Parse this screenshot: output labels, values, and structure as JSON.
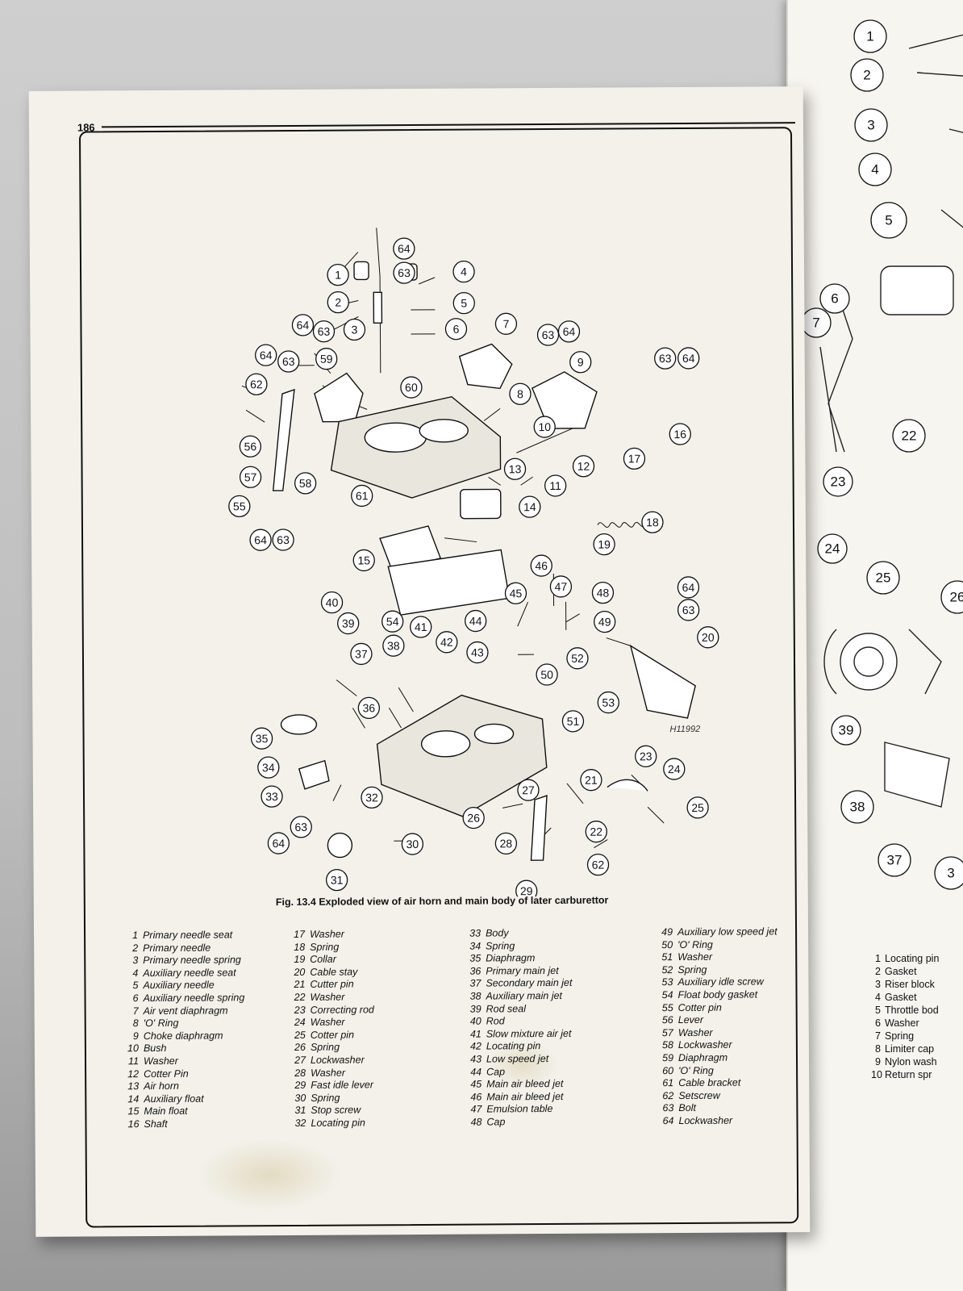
{
  "page": {
    "number": "186"
  },
  "figure": {
    "caption": "Fig. 13.4 Exploded view of air horn and main body of later carburettor",
    "drawing_code": "H11992"
  },
  "callouts": [
    {
      "num": "1"
    },
    {
      "num": "2"
    },
    {
      "num": "3"
    },
    {
      "num": "4"
    },
    {
      "num": "5"
    },
    {
      "num": "6"
    },
    {
      "num": "7"
    },
    {
      "num": "8"
    },
    {
      "num": "9"
    },
    {
      "num": "10"
    },
    {
      "num": "11"
    },
    {
      "num": "12"
    },
    {
      "num": "13"
    },
    {
      "num": "14"
    },
    {
      "num": "15"
    },
    {
      "num": "16"
    },
    {
      "num": "17"
    },
    {
      "num": "18"
    },
    {
      "num": "19"
    },
    {
      "num": "20"
    },
    {
      "num": "21"
    },
    {
      "num": "22"
    },
    {
      "num": "23"
    },
    {
      "num": "24"
    },
    {
      "num": "25"
    },
    {
      "num": "26"
    },
    {
      "num": "27"
    },
    {
      "num": "28"
    },
    {
      "num": "29"
    },
    {
      "num": "30"
    },
    {
      "num": "31"
    },
    {
      "num": "32"
    },
    {
      "num": "33"
    },
    {
      "num": "34"
    },
    {
      "num": "35"
    },
    {
      "num": "36"
    },
    {
      "num": "37"
    },
    {
      "num": "38"
    },
    {
      "num": "39"
    },
    {
      "num": "40"
    },
    {
      "num": "41"
    },
    {
      "num": "42"
    },
    {
      "num": "43"
    },
    {
      "num": "44"
    },
    {
      "num": "45"
    },
    {
      "num": "46"
    },
    {
      "num": "47"
    },
    {
      "num": "48"
    },
    {
      "num": "49"
    },
    {
      "num": "50"
    },
    {
      "num": "51"
    },
    {
      "num": "52"
    },
    {
      "num": "53"
    },
    {
      "num": "54"
    },
    {
      "num": "55"
    },
    {
      "num": "56"
    },
    {
      "num": "57"
    },
    {
      "num": "58"
    },
    {
      "num": "59"
    },
    {
      "num": "60"
    },
    {
      "num": "61"
    },
    {
      "num": "62"
    },
    {
      "num": "63"
    },
    {
      "num": "64"
    },
    {
      "num": "64"
    },
    {
      "num": "63"
    },
    {
      "num": "64"
    },
    {
      "num": "63"
    },
    {
      "num": "64"
    },
    {
      "num": "63"
    },
    {
      "num": "63"
    },
    {
      "num": "64"
    },
    {
      "num": "64"
    },
    {
      "num": "63"
    },
    {
      "num": "64"
    },
    {
      "num": "63"
    },
    {
      "num": "64"
    },
    {
      "num": "63"
    },
    {
      "num": "62"
    }
  ],
  "legend": [
    [
      {
        "n": "1",
        "t": "Primary needle seat"
      },
      {
        "n": "2",
        "t": "Primary needle"
      },
      {
        "n": "3",
        "t": "Primary needle spring"
      },
      {
        "n": "4",
        "t": "Auxiliary needle seat"
      },
      {
        "n": "5",
        "t": "Auxiliary needle"
      },
      {
        "n": "6",
        "t": "Auxiliary needle spring"
      },
      {
        "n": "7",
        "t": "Air vent diaphragm"
      },
      {
        "n": "8",
        "t": "'O' Ring"
      },
      {
        "n": "9",
        "t": "Choke diaphragm"
      },
      {
        "n": "10",
        "t": "Bush"
      },
      {
        "n": "11",
        "t": "Washer"
      },
      {
        "n": "12",
        "t": "Cotter Pin"
      },
      {
        "n": "13",
        "t": "Air horn"
      },
      {
        "n": "14",
        "t": "Auxiliary float"
      },
      {
        "n": "15",
        "t": "Main float"
      },
      {
        "n": "16",
        "t": "Shaft"
      }
    ],
    [
      {
        "n": "17",
        "t": "Washer"
      },
      {
        "n": "18",
        "t": "Spring"
      },
      {
        "n": "19",
        "t": "Collar"
      },
      {
        "n": "20",
        "t": "Cable stay"
      },
      {
        "n": "21",
        "t": "Cutter pin"
      },
      {
        "n": "22",
        "t": "Washer"
      },
      {
        "n": "23",
        "t": "Correcting rod"
      },
      {
        "n": "24",
        "t": "Washer"
      },
      {
        "n": "25",
        "t": "Cotter pin"
      },
      {
        "n": "26",
        "t": "Spring"
      },
      {
        "n": "27",
        "t": "Lockwasher"
      },
      {
        "n": "28",
        "t": "Washer"
      },
      {
        "n": "29",
        "t": "Fast idle lever"
      },
      {
        "n": "30",
        "t": "Spring"
      },
      {
        "n": "31",
        "t": "Stop screw"
      },
      {
        "n": "32",
        "t": "Locating pin"
      }
    ],
    [
      {
        "n": "33",
        "t": "Body"
      },
      {
        "n": "34",
        "t": "Spring"
      },
      {
        "n": "35",
        "t": "Diaphragm"
      },
      {
        "n": "36",
        "t": "Primary main jet"
      },
      {
        "n": "37",
        "t": "Secondary main jet"
      },
      {
        "n": "38",
        "t": "Auxiliary main jet"
      },
      {
        "n": "39",
        "t": "Rod seal"
      },
      {
        "n": "40",
        "t": "Rod"
      },
      {
        "n": "41",
        "t": "Slow mixture air jet"
      },
      {
        "n": "42",
        "t": "Locating pin"
      },
      {
        "n": "43",
        "t": "Low speed jet"
      },
      {
        "n": "44",
        "t": "Cap"
      },
      {
        "n": "45",
        "t": "Main air bleed jet"
      },
      {
        "n": "46",
        "t": "Main air bleed jet"
      },
      {
        "n": "47",
        "t": "Emulsion table"
      },
      {
        "n": "48",
        "t": "Cap"
      }
    ],
    [
      {
        "n": "49",
        "t": "Auxiliary low speed jet"
      },
      {
        "n": "50",
        "t": "'O' Ring"
      },
      {
        "n": "51",
        "t": "Washer"
      },
      {
        "n": "52",
        "t": "Spring"
      },
      {
        "n": "53",
        "t": "Auxiliary idle screw"
      },
      {
        "n": "54",
        "t": "Float body gasket"
      },
      {
        "n": "55",
        "t": "Cotter pin"
      },
      {
        "n": "56",
        "t": "Lever"
      },
      {
        "n": "57",
        "t": "Washer"
      },
      {
        "n": "58",
        "t": "Lockwasher"
      },
      {
        "n": "59",
        "t": "Diaphragm"
      },
      {
        "n": "60",
        "t": "'O' Ring"
      },
      {
        "n": "61",
        "t": "Cable bracket"
      },
      {
        "n": "62",
        "t": "Setscrew"
      },
      {
        "n": "63",
        "t": "Bolt"
      },
      {
        "n": "64",
        "t": "Lockwasher"
      }
    ]
  ],
  "right_page": {
    "callouts": [
      {
        "num": "1"
      },
      {
        "num": "2"
      },
      {
        "num": "3"
      },
      {
        "num": "4"
      },
      {
        "num": "5"
      },
      {
        "num": "6"
      },
      {
        "num": "7"
      },
      {
        "num": "22"
      },
      {
        "num": "23"
      },
      {
        "num": "24"
      },
      {
        "num": "25"
      },
      {
        "num": "26"
      },
      {
        "num": "39"
      },
      {
        "num": "38"
      },
      {
        "num": "37"
      },
      {
        "num": "3"
      }
    ],
    "legend": [
      {
        "n": "1",
        "t": "Locating pin"
      },
      {
        "n": "2",
        "t": "Gasket"
      },
      {
        "n": "3",
        "t": "Riser block"
      },
      {
        "n": "4",
        "t": "Gasket"
      },
      {
        "n": "5",
        "t": "Throttle bod"
      },
      {
        "n": "6",
        "t": "Washer"
      },
      {
        "n": "7",
        "t": "Spring"
      },
      {
        "n": "8",
        "t": "Limiter cap"
      },
      {
        "n": "9",
        "t": "Nylon wash"
      },
      {
        "n": "10",
        "t": "Return spr"
      }
    ]
  }
}
